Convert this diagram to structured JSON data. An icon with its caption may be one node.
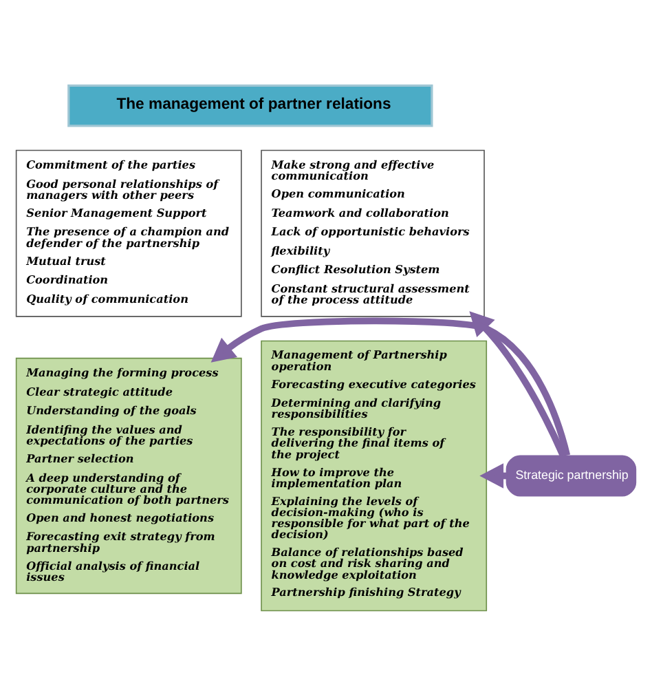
{
  "diagram": {
    "nodes": [
      {
        "text": [
          "The management of partner relations"
        ]
      },
      {
        "text": [
          "Commitment of the parties",
          "Good personal relationships of managers with other peers",
          "Senior Management Support",
          "The presence of a champion and defender of the partnership",
          "Mutual trust",
          "Coordination",
          "Quality of communication"
        ]
      },
      {
        "text": [
          "Make strong and effective communication",
          "Open communication",
          "Teamwork and collaboration",
          "Lack of opportunistic behaviors",
          "flexibility",
          "Conflict Resolution System",
          "Constant structural assessment of the process attitude"
        ]
      },
      {
        "text": [
          "Managing the forming process",
          "Clear strategic attitude",
          "Understanding of the goals",
          "Identifing the values and expectations of the parties",
          "Partner selection",
          "A deep understanding of corporate culture and the communication of both partners",
          "Open and honest negotiations",
          "Forecasting exit strategy from partnership",
          "Official analysis of financial issues"
        ]
      },
      {
        "text": [
          "Strategic partnership"
        ]
      },
      {
        "text": [
          "Management of Partnership operation",
          "Forecasting executive categories",
          "Determining and clarifying responsibilities",
          "The responsibility for delivering the final items of the project",
          "How to improve the implementation plan",
          "Explaining the levels of decision-making (who is responsible for what part of the decision)",
          "Balance of relationships based on cost and risk sharing and knowledge exploitation",
          "Partnership finishing Strategy"
        ]
      }
    ],
    "edges": [
      {
        "from": 4,
        "to": 2,
        "arrow": "to"
      },
      {
        "from": 4,
        "to": 3,
        "arrow": "to"
      },
      {
        "from": 4,
        "to": 5,
        "arrow": "to"
      }
    ]
  }
}
